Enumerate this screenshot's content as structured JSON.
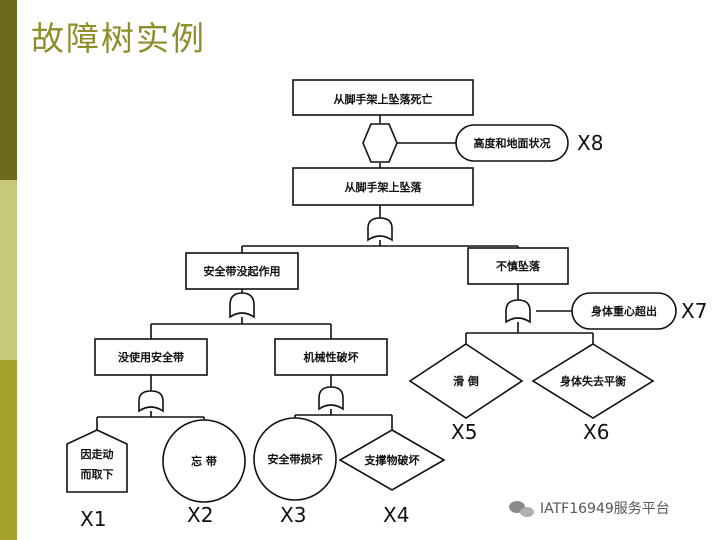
{
  "title": "故障树实例",
  "top_event": "从脚手架上坠落死亡",
  "condition_event": "高度和地面状况",
  "intermediate_event": "从脚手架上坠落",
  "left_branch": {
    "event": "安全带没起作用",
    "sub_left": "没使用安全带",
    "sub_right": "机械性破坏",
    "basic_1_line1": "因走动",
    "basic_1_line2": "而取下",
    "basic_2": "忘   带",
    "basic_3": "安全带损坏",
    "basic_4": "支撑物破坏"
  },
  "right_branch": {
    "event": "不慎坠落",
    "condition": "身体重心超出",
    "basic_5": "滑   倒",
    "basic_6": "身体失去平衡"
  },
  "labels": {
    "x1": "X1",
    "x2": "X2",
    "x3": "X3",
    "x4": "X4",
    "x5": "X5",
    "x6": "X6",
    "x7": "X7",
    "x8": "X8"
  },
  "watermark": "IATF16949服务平台"
}
